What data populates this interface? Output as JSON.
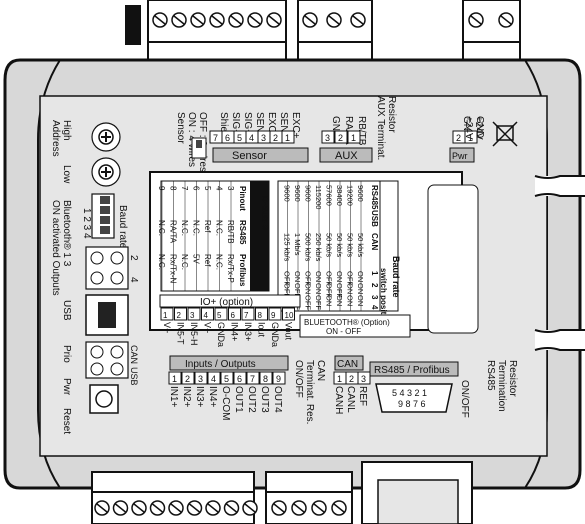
{
  "rotated_labels": {
    "high_address": "High\nAddress",
    "low": "Low",
    "bluetooth": "Bluetooth® 1 3\nON activated Outputs",
    "baud_rate": "Baud rate",
    "baud_sw_nums": "1 2 3 4",
    "usb": "USB",
    "prio": "Prio",
    "usb_small": "USB",
    "can_small": "CAN",
    "pwr": "Pwr",
    "reset": "Reset",
    "sensor_wires": "Sensor\nON : 4 wires\nOFF : 6 wires",
    "aux_terminal": "AUX Terminat.\nResistor",
    "plus24": "+24V\nGND",
    "rs485_term": "RS485\nTermination\nResistor",
    "on_off_right": "ON/OFF",
    "can_term": "CAN\nTerminat. Res.\nON/OFF",
    "io_2": "2",
    "io_4": "4"
  },
  "top_connectors": {
    "sensor": {
      "title": "Sensor",
      "pins": [
        "Shield",
        "SIG−",
        "SIG+",
        "SEN−",
        "EXC−",
        "SEN+",
        "EXC+"
      ],
      "nums": [
        "7",
        "6",
        "5",
        "4",
        "3",
        "2",
        "1"
      ]
    },
    "aux": {
      "title": "AUX",
      "pins": [
        "GND",
        "RA/TA",
        "RB/TB"
      ],
      "nums": [
        "3",
        "2",
        "1"
      ]
    },
    "pwr": {
      "title": "Pwr",
      "pins": [
        "GND",
        "+24V"
      ],
      "nums": [
        "2",
        "1"
      ]
    }
  },
  "bottom_connectors": {
    "inputs_outputs": {
      "title": "Inputs / Outputs",
      "pins": [
        "IN1+",
        "IN2+",
        "IN3+",
        "IN4+",
        "O-COM",
        "OUT1",
        "OUT2",
        "OUT3",
        "OUT4"
      ],
      "nums": [
        "1",
        "2",
        "3",
        "4",
        "5",
        "6",
        "7",
        "8",
        "9"
      ]
    },
    "can": {
      "title": "CAN",
      "pins": [
        "CANH",
        "CANL",
        "REF"
      ],
      "nums": [
        "1",
        "2",
        "3"
      ]
    },
    "rs485": {
      "title": "RS485 / Profibus",
      "pins_top": "5 4 3 2 1",
      "pins_bottom": "9 8 7 6"
    }
  },
  "io_option": {
    "title": "IO+ (option)",
    "rows": [
      {
        "n": "1",
        "label": "V+"
      },
      {
        "n": "2",
        "label": "IN5-T"
      },
      {
        "n": "3",
        "label": "IN5-H"
      },
      {
        "n": "4",
        "label": "V−"
      },
      {
        "n": "5",
        "label": "GNDa"
      },
      {
        "n": "6",
        "label": "IN4+"
      },
      {
        "n": "7",
        "label": "IN3+"
      },
      {
        "n": "8",
        "label": "Iout"
      },
      {
        "n": "9",
        "label": "GNDa"
      },
      {
        "n": "10",
        "label": "Vout"
      }
    ]
  },
  "dsub": {
    "title": "D-Sub 9",
    "headers": [
      "Pinout",
      "RS485",
      "Profibus"
    ],
    "rows": [
      [
        "3",
        "RB/TB",
        "Rx/Tx-P"
      ],
      [
        "4",
        "N.C.",
        "N.C."
      ],
      [
        "5",
        "Ref",
        "Ref"
      ],
      [
        "6",
        "N.C.",
        "5V"
      ],
      [
        "7",
        "N.C.",
        "N.C."
      ],
      [
        "8",
        "RA/TA",
        "Rx/Tx-N"
      ],
      [
        "9",
        "N.C.",
        "N.C."
      ]
    ]
  },
  "baud_table": {
    "title": "Baud rate",
    "headers": [
      "RS485",
      "USB",
      "CAN",
      "1",
      "2",
      "3",
      "4"
    ],
    "switch_position": "switch position",
    "rows": [
      [
        "9600",
        "",
        "50 kb/s",
        "ON",
        "ON",
        "ON"
      ],
      [
        "19200",
        "",
        "50 kb/s",
        "OFF",
        "ON",
        "ON"
      ],
      [
        "38400",
        "",
        "50 kb/s",
        "ON",
        "OFF",
        "ON"
      ],
      [
        "57600",
        "",
        "50 kb/s",
        "OFF",
        "OFF",
        "ON"
      ],
      [
        "115200",
        "",
        "250 kb/s",
        "ON",
        "ON",
        "OFF"
      ],
      [
        "9600",
        "",
        "500 kb/s",
        "OFF",
        "ON",
        "OFF"
      ],
      [
        "9600",
        "",
        "1 Mb/s",
        "ON",
        "OFF",
        "OFF"
      ],
      [
        "9600",
        "",
        "125 kb/s",
        "OFF",
        "OFF",
        "OFF"
      ]
    ],
    "bluetooth_line1": "BLUETOOTH® (Option)",
    "bluetooth_line2": "ON - OFF"
  }
}
